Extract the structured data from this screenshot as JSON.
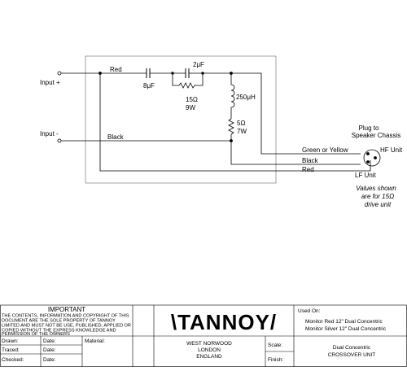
{
  "schematic": {
    "input_plus": "Input +",
    "input_minus": "Input -",
    "wire_red_top": "Red",
    "wire_black": "Black",
    "cap1": "8μF",
    "cap2": "2μF",
    "resistor1_value": "15Ω",
    "resistor1_power": "9W",
    "inductor": "250μH",
    "resistor2_value": "5Ω",
    "resistor2_power": "7W",
    "plug_line1": "Plug to",
    "plug_line2": "Speaker Chassis",
    "hf_unit": "HF Unit",
    "lf_unit": "LF Unit",
    "out_green": "Green or Yellow",
    "out_black": "Black",
    "out_red": "Red",
    "note_line1": "Values shown",
    "note_line2": "are for 15Ω",
    "note_line3": "drive unit"
  },
  "title_block": {
    "important_heading": "IMPORTANT",
    "important_lines": [
      "THE CONTENTS, INFORMATION AND COPYRIGHT OF THIS",
      "DOCUMENT ARE THE SOLE PROPERTY OF TANNOY",
      "LIMITED AND MUST NOT BE USE, PUBLISHED, APPLIED OR",
      "COPIED WITHOUT THE EXPRESS KNOWLEDGE AND",
      "PERMISSION OF THE OWNERS"
    ],
    "drawn": "Drawn:",
    "traced": "Traced:",
    "checked": "Checked:",
    "date": "Date:",
    "material": "Material:",
    "logo": "\\TANNOY/",
    "address_lines": [
      "WEST NORWOOD",
      "LONDON",
      "ENGLAND"
    ],
    "scale": "Scale:",
    "finish": "Finish:",
    "used_on": "Used On:",
    "used_on_lines": [
      "Monitor Red 12\" Dual Concentric",
      "Monitor Silver 12\" Dual Concentric"
    ],
    "title_lines": [
      "Dual Concentric",
      "CROSSOVER UNIT"
    ]
  }
}
